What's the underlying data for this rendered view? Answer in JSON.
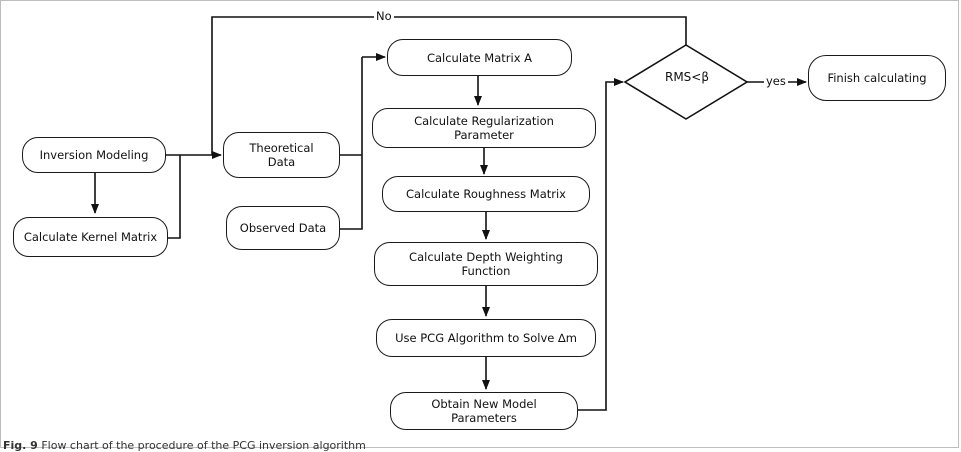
{
  "nodes": {
    "inversion_modeling": "Inversion Modeling",
    "kernel_matrix": "Calculate Kernel Matrix",
    "theoretical_data": "Theoretical\nData",
    "observed_data": "Observed Data",
    "matrix_a": "Calculate Matrix A",
    "regularization": "Calculate Regularization\nParameter",
    "roughness": "Calculate Roughness Matrix",
    "depth_weighting": "Calculate Depth Weighting\nFunction",
    "pcg": "Use PCG Algorithm to Solve ∆m",
    "new_model": "Obtain New Model\nParameters",
    "finish": "Finish calculating"
  },
  "decision": {
    "label": "RMS<β"
  },
  "edges": {
    "no": "No",
    "yes": "yes"
  },
  "caption": {
    "prefix": "Fig. 9",
    "text": "Flow chart of the procedure of the PCG inversion algorithm"
  }
}
